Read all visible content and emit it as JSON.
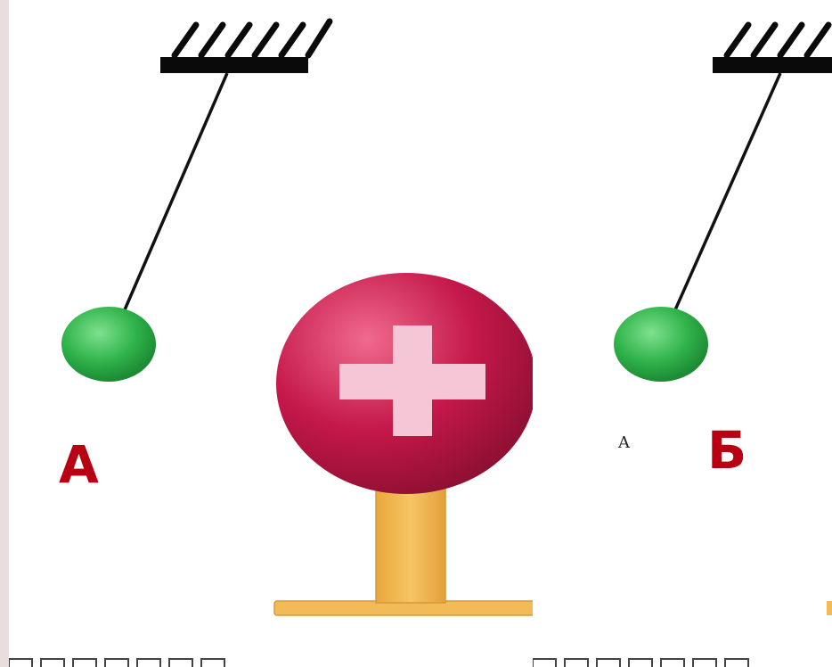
{
  "panels": [
    {
      "label": "А",
      "ball_color": "#2fb34a",
      "charge_sign": "+"
    },
    {
      "label": "Б",
      "small_label": "A",
      "ball_color": "#2fb34a"
    }
  ],
  "colors": {
    "label": "#b80012",
    "charged_sphere": "#c4184a",
    "stand": "#f2bb58",
    "plus": "#f4c6d6"
  }
}
